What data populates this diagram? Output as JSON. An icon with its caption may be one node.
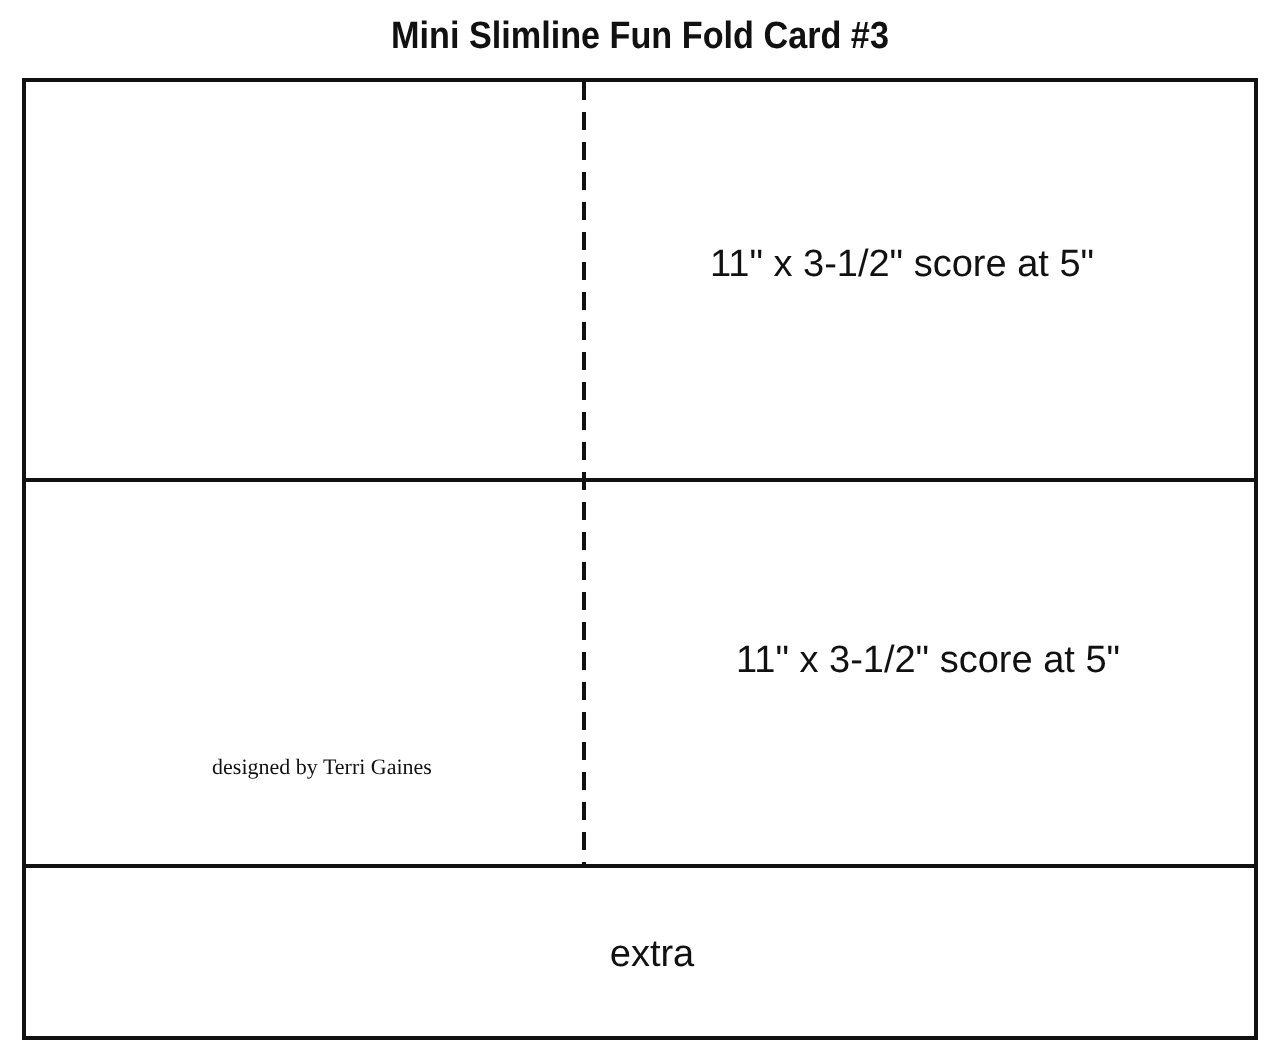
{
  "diagram": {
    "title": "Mini Slimline Fun Fold Card #3",
    "nodes": [
      {
        "text": [
          "11\" x 3-1/2\" score at 5\""
        ]
      },
      {
        "text": [
          "11\" x 3-1/2\" score at 5\""
        ]
      },
      {
        "text": [
          "extra"
        ]
      }
    ],
    "edges": [],
    "labels": [
      "designed by Terri Gaines"
    ]
  }
}
